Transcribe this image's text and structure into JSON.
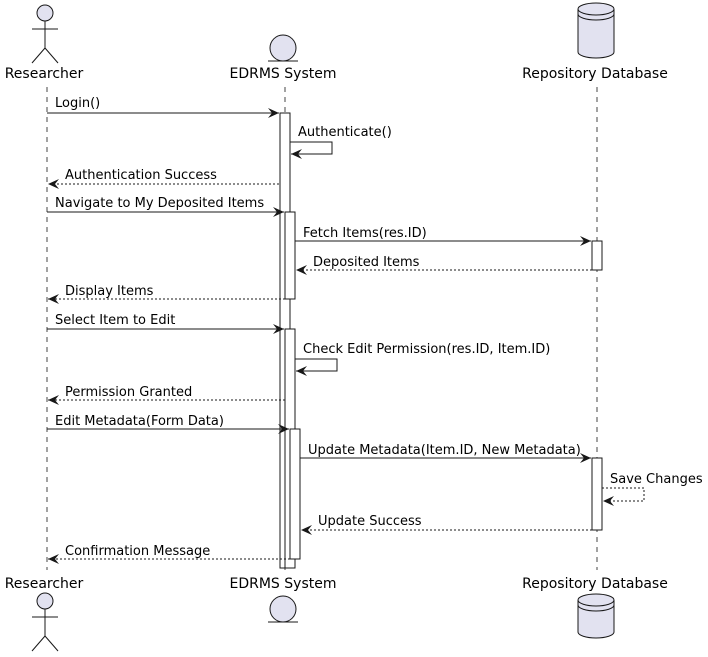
{
  "participants": [
    {
      "id": "researcher",
      "name": "Researcher",
      "shape": "actor"
    },
    {
      "id": "edrms",
      "name": "EDRMS System",
      "shape": "entity"
    },
    {
      "id": "repo",
      "name": "Repository Database",
      "shape": "database"
    }
  ],
  "messages": [
    {
      "label": "Login()",
      "from": "researcher",
      "to": "edrms",
      "kind": "sync"
    },
    {
      "label": "Authenticate()",
      "from": "edrms",
      "to": "edrms",
      "kind": "self"
    },
    {
      "label": "Authentication Success",
      "from": "edrms",
      "to": "researcher",
      "kind": "return"
    },
    {
      "label": "Navigate to My Deposited Items",
      "from": "researcher",
      "to": "edrms",
      "kind": "sync"
    },
    {
      "label": "Fetch Items(res.ID)",
      "from": "edrms",
      "to": "repo",
      "kind": "sync"
    },
    {
      "label": "Deposited Items",
      "from": "repo",
      "to": "edrms",
      "kind": "return"
    },
    {
      "label": "Display Items",
      "from": "edrms",
      "to": "researcher",
      "kind": "return"
    },
    {
      "label": "Select Item to Edit",
      "from": "researcher",
      "to": "edrms",
      "kind": "sync"
    },
    {
      "label": "Check Edit Permission(res.ID, Item.ID)",
      "from": "edrms",
      "to": "edrms",
      "kind": "self"
    },
    {
      "label": "Permission Granted",
      "from": "edrms",
      "to": "researcher",
      "kind": "return"
    },
    {
      "label": "Edit Metadata(Form Data)",
      "from": "researcher",
      "to": "edrms",
      "kind": "sync"
    },
    {
      "label": "Update Metadata(Item.ID, New Metadata)",
      "from": "edrms",
      "to": "repo",
      "kind": "sync"
    },
    {
      "label": "Save Changes",
      "from": "repo",
      "to": "repo",
      "kind": "self-return"
    },
    {
      "label": "Update Success",
      "from": "repo",
      "to": "edrms",
      "kind": "return"
    },
    {
      "label": "Confirmation Message",
      "from": "edrms",
      "to": "researcher",
      "kind": "return"
    }
  ],
  "colors": {
    "participant_fill": "#E2E2F0",
    "stroke": "#181818",
    "lifeline": "#181818",
    "activation_fill": "#FFFFFF"
  }
}
